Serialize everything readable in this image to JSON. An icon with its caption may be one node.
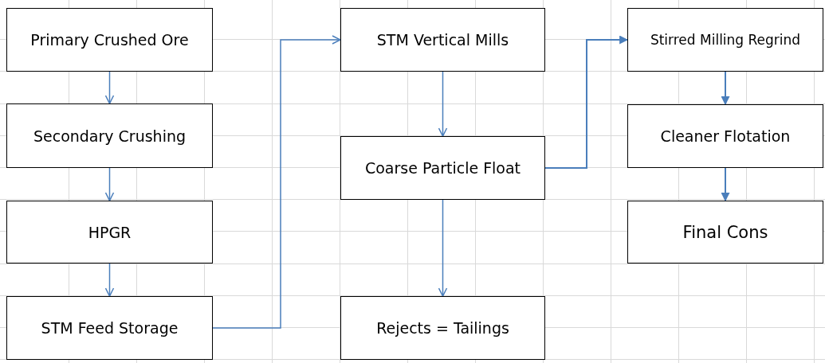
{
  "diagram": {
    "nodes": [
      {
        "text": [
          "Primary Crushed Ore"
        ]
      },
      {
        "text": [
          "Secondary Crushing"
        ]
      },
      {
        "text": [
          "HPGR"
        ]
      },
      {
        "text": [
          "STM Feed Storage"
        ]
      },
      {
        "text": [
          "STM Vertical Mills"
        ]
      },
      {
        "text": [
          "Coarse Particle Float"
        ]
      },
      {
        "text": [
          "Rejects = Tailings"
        ]
      },
      {
        "text": [
          "Stirred Milling Regrind"
        ]
      },
      {
        "text": [
          "Cleaner Flotation"
        ]
      },
      {
        "text": [
          "Final Cons"
        ]
      }
    ],
    "edges": [
      {
        "from": 0,
        "to": 1,
        "arrow": "to"
      },
      {
        "from": 1,
        "to": 2,
        "arrow": "to"
      },
      {
        "from": 2,
        "to": 3,
        "arrow": "to"
      },
      {
        "from": 3,
        "to": 4,
        "arrow": "to"
      },
      {
        "from": 4,
        "to": 5,
        "arrow": "to"
      },
      {
        "from": 5,
        "to": 6,
        "arrow": "to"
      },
      {
        "from": 5,
        "to": 7,
        "arrow": "to"
      },
      {
        "from": 7,
        "to": 8,
        "arrow": "to"
      },
      {
        "from": 8,
        "to": 9,
        "arrow": "to"
      }
    ]
  }
}
